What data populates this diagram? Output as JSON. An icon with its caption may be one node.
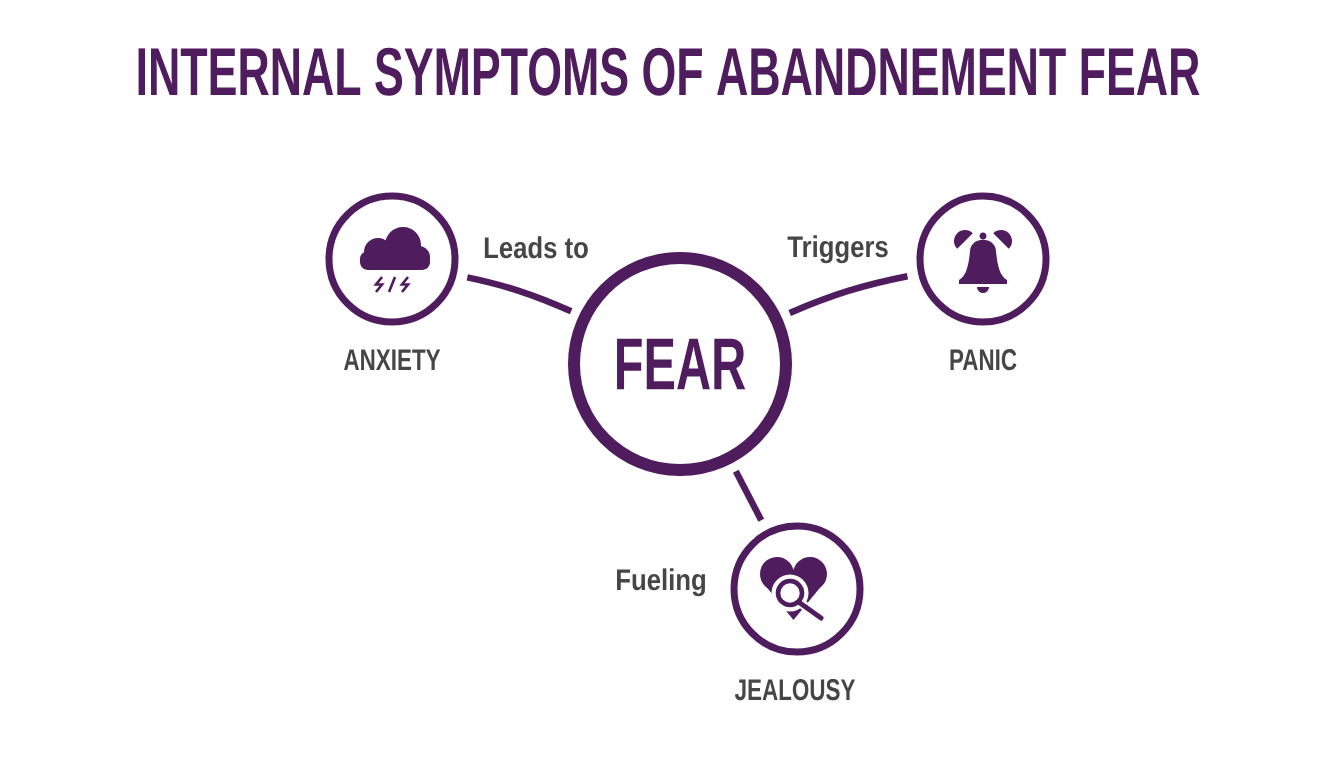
{
  "diagram": {
    "title": "INTERNAL SYMPTOMS OF ABANDNEMENT FEAR",
    "nodes": [
      {
        "text": [
          "ANXIETY"
        ]
      },
      {
        "text": [
          "FEAR"
        ]
      },
      {
        "text": [
          "PANIC"
        ]
      },
      {
        "text": [
          "JEALOUSY"
        ]
      }
    ],
    "edges": [
      {
        "from": 1,
        "to": 0,
        "arrow": "none",
        "label": "Leads to"
      },
      {
        "from": 1,
        "to": 2,
        "arrow": "none",
        "label": "Triggers"
      },
      {
        "from": 1,
        "to": 3,
        "arrow": "none",
        "label": "Fueling"
      }
    ]
  }
}
